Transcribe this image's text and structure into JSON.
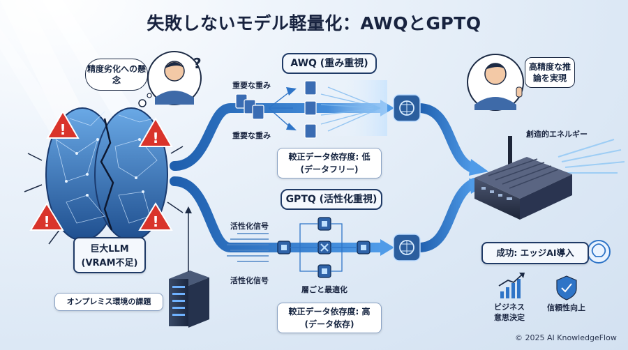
{
  "title": "失敗しないモデル軽量化：AWQとGPTQ",
  "left": {
    "concern_bubble": "精度劣化への懸念",
    "llm_box": [
      "巨大LLM",
      "(VRAM不足)"
    ],
    "onprem_label": "オンプレミス環境の課題"
  },
  "awq": {
    "header": "AWQ (重み重視)",
    "label_top": "重要な重み",
    "label_bottom": "重要な重み",
    "dependency": [
      "較正データ依存度: 低",
      "(データフリー)"
    ]
  },
  "gptq": {
    "header": "GPTQ (活性化重視)",
    "label_top": "活性化信号",
    "label_bottom": "活性化信号",
    "layer_label": "層ごと最適化",
    "dependency": [
      "較正データ依存度: 高",
      "(データ依存)"
    ]
  },
  "right": {
    "inference_bubble": "高精度な推論を実現",
    "energy_label": "創造的エネルギー",
    "success": "成功: エッジAI導入",
    "business": [
      "ビジネス",
      "意思決定"
    ],
    "trust": "信頼性向上"
  },
  "footer": "© 2025 AI KnowledgeFlow",
  "colors": {
    "flow_blue": "#2e74c7",
    "warning_red": "#d9342b",
    "dark_navy": "#1c2a44"
  }
}
